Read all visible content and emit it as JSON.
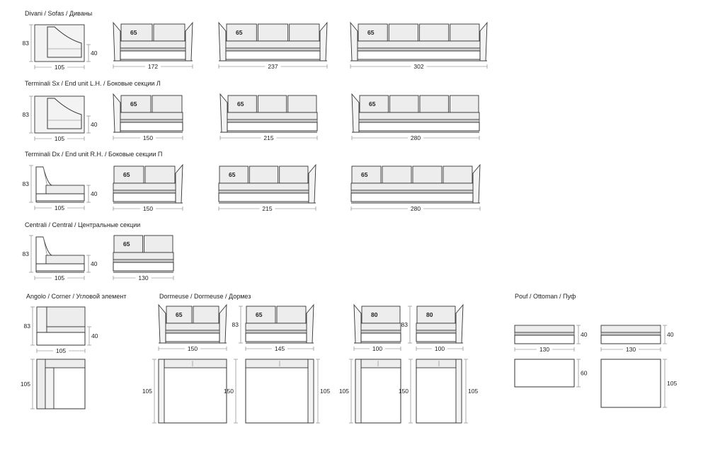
{
  "sections": [
    {
      "id": "sofas",
      "title": "Divani / Sofas / Диваны"
    },
    {
      "id": "lh",
      "title": "Terminali Sx / End unit L.H. / Боковые секции Л"
    },
    {
      "id": "rh",
      "title": "Terminali Dx / End unit R.H. / Боковые секции П"
    },
    {
      "id": "central",
      "title": "Centrali / Central / Центральные секции"
    },
    {
      "id": "corner",
      "title": "Angolo / Corner / Угловой элемент"
    },
    {
      "id": "dormeuse",
      "title": "Dormeuse / Dormeuse / Дормез"
    },
    {
      "id": "pouf",
      "title": "Pouf / Ottoman / Пуф"
    }
  ],
  "dims": {
    "depth": "105",
    "height": "83",
    "seat_height": "40",
    "back_cushion": "65",
    "back_cushion_small": "80",
    "sofa_widths": [
      "172",
      "237",
      "302"
    ],
    "end_widths": [
      "150",
      "215",
      "280"
    ],
    "central_width": "130",
    "corner_width": "105",
    "dormeuse_widths": [
      "150",
      "145"
    ],
    "dormeuse_small_widths": [
      "100",
      "100"
    ],
    "dormeuse_long": "150",
    "pouf_width": "130",
    "pouf_depths": [
      "60",
      "105"
    ]
  }
}
